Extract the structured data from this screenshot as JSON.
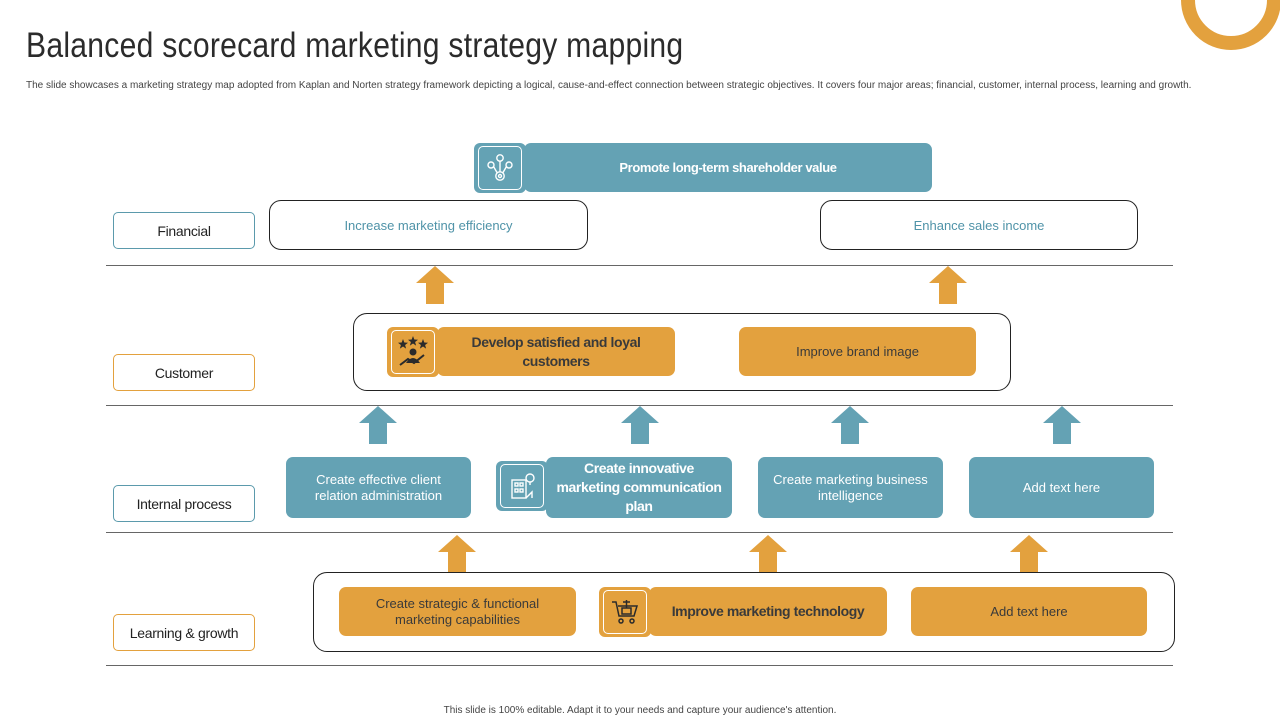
{
  "title": "Balanced scorecard marketing strategy mapping",
  "subtitle": "The slide showcases a marketing strategy map adopted from Kaplan and Norten strategy framework depicting a logical,  cause-and-effect connection between strategic objectives. It covers four major areas; financial, customer, internal process, learning and growth.",
  "footer": "This slide is 100% editable.  Adapt it to your needs and capture your audience's attention.",
  "perspectives": {
    "financial": "Financial",
    "customer": "Customer",
    "internal": "Internal process",
    "learning": "Learning & growth"
  },
  "top_goal": {
    "label": "Promote long-term shareholder value",
    "icon": "network-gear-icon"
  },
  "financial": {
    "efficiency": "Increase marketing efficiency",
    "sales": "Enhance sales income"
  },
  "customer": {
    "satisfied": "Develop satisfied and loyal customers",
    "satisfied_icon": "customer-stars-icon",
    "brand": "Improve  brand image"
  },
  "internal": {
    "client": "Create effective  client relation administration",
    "innovative": "Create innovative marketing communication plan",
    "innovative_icon": "building-idea-icon",
    "intelligence": "Create marketing business intelligence",
    "placeholder": "Add text here"
  },
  "learning": {
    "capabilities": "Create strategic & functional marketing capabilities",
    "technology": "Improve marketing technology",
    "technology_icon": "cart-technology-icon",
    "placeholder": "Add text here"
  },
  "colors": {
    "teal": "#64a2b4",
    "gold": "#e3a13e",
    "dark": "#222222"
  }
}
